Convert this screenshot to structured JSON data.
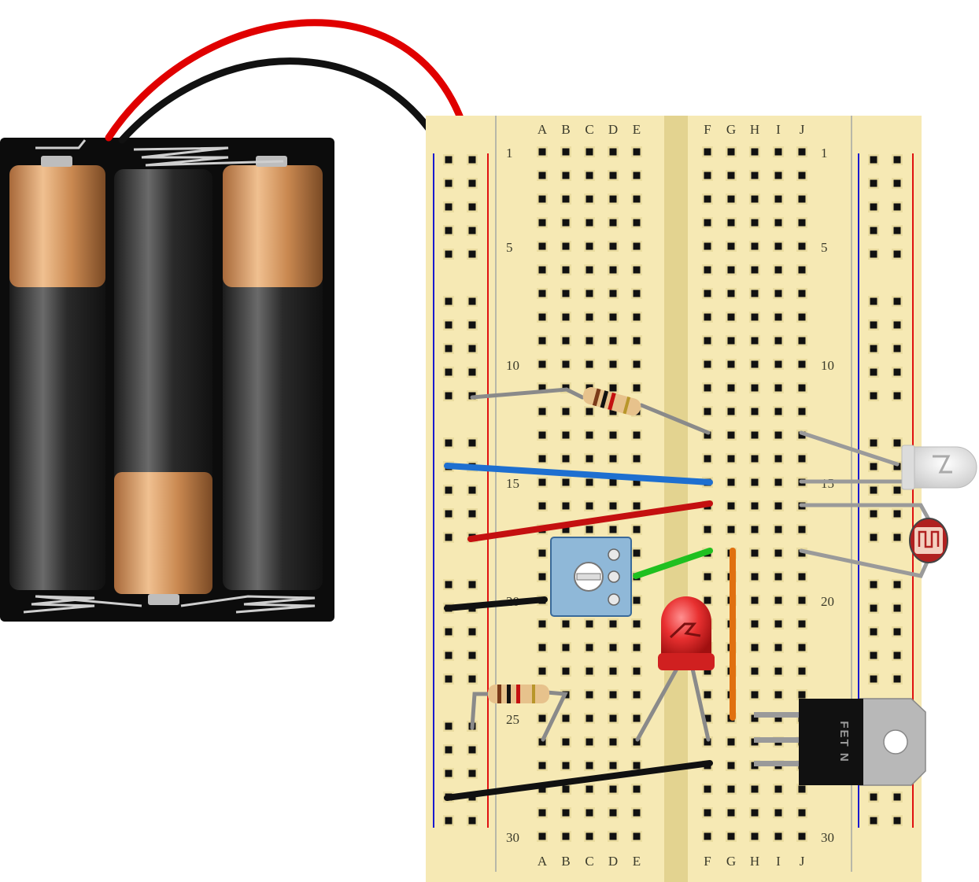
{
  "breadboard": {
    "column_letters_left": [
      "A",
      "B",
      "C",
      "D",
      "E"
    ],
    "column_letters_right": [
      "F",
      "G",
      "H",
      "I",
      "J"
    ],
    "row_numbers": [
      "1",
      "5",
      "10",
      "15",
      "20",
      "25",
      "30"
    ],
    "rows": 30
  },
  "transistor": {
    "marking": "FET N"
  },
  "colors": {
    "board": "#f6e9b4",
    "rail_red": "#e01010",
    "rail_blue": "#1a1ad0",
    "wire_red": "#e00000",
    "wire_black": "#111111",
    "jumper_blue": "#1e6fd0",
    "jumper_red": "#c41010",
    "jumper_green": "#20c020",
    "jumper_orange": "#e07010",
    "led": "#e83030",
    "battery_copper": "#d4935a"
  }
}
